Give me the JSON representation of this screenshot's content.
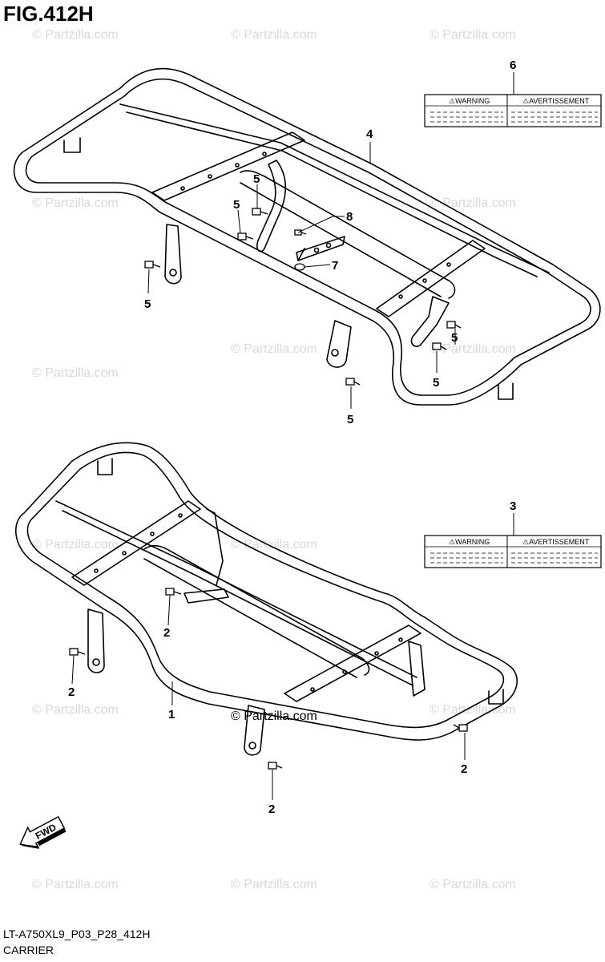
{
  "figure_title": "FIG.412H",
  "footer": {
    "code": "LT-A750XL9_P03_P28_412H",
    "name": "CARRIER"
  },
  "watermark": "© Partzilla.com",
  "warning_label": {
    "left": "⚠WARNING",
    "right": "⚠AVERTISSEMENT"
  },
  "fwd_arrow": "FWD",
  "callouts": [
    "1",
    "2",
    "3",
    "4",
    "5",
    "6",
    "7",
    "8"
  ]
}
